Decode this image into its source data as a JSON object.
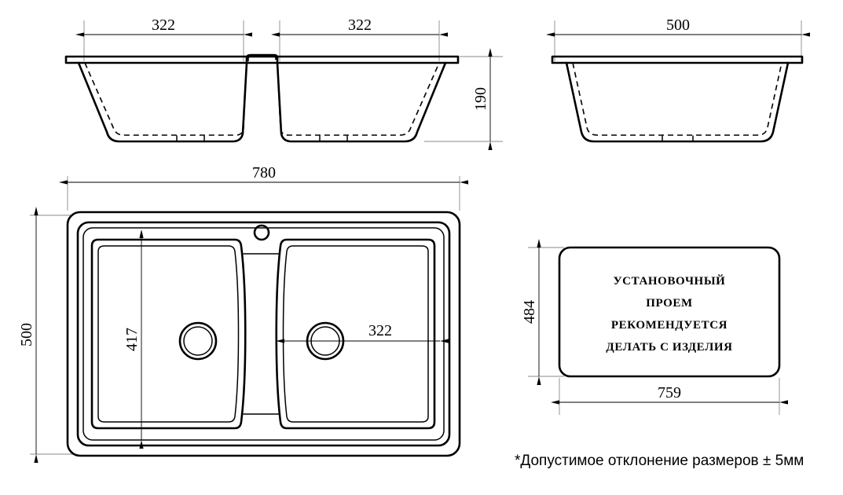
{
  "drawing": {
    "title": "Double bowl kitchen sink technical drawing",
    "units": "mm",
    "line_color": "#000000",
    "background_color": "#ffffff"
  },
  "dimensions": {
    "front_section_left_bowl": "322",
    "front_section_right_bowl": "322",
    "front_section_depth": "190",
    "side_section_width": "500",
    "plan_overall_width": "780",
    "plan_overall_depth": "500",
    "plan_bowl_height": "417",
    "plan_bowl_width": "322",
    "cutout_height": "484",
    "cutout_width": "759"
  },
  "cutout_box": {
    "lines": [
      "УСТАНОВОЧНЫЙ",
      "ПРОЕМ",
      "РЕКОМЕНДУЕТСЯ",
      "ДЕЛАТЬ С ИЗДЕЛИЯ"
    ]
  },
  "footnote": {
    "text": "*Допустимое отклонение размеров ± 5мм"
  },
  "icons": {
    "faucet_hole": "circle-hole-icon",
    "drain_left": "drain-ring-icon",
    "drain_right": "drain-ring-icon"
  }
}
